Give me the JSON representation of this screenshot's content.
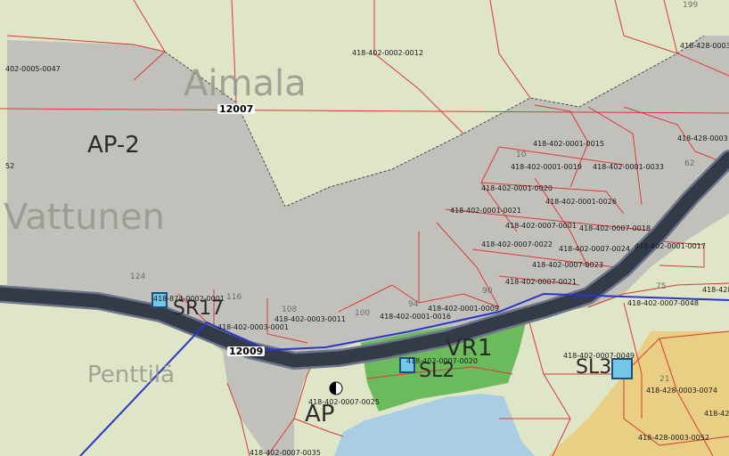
{
  "colors": {
    "field": "#dfe5c7",
    "settlement": "#c2c0bb",
    "green_area": "#6bba5c",
    "lake": "#a9cde2",
    "ochre": "#e9cf83",
    "parcel_line": "#d83a38",
    "road": "#333a48",
    "road_outline": "#6d7689",
    "boundary_blue": "#2a36c8",
    "symbol_fill": "#74c6e6"
  },
  "place_names": {
    "aimala": "Aimala",
    "vattunen": "Vattunen",
    "penttila": "Penttilä"
  },
  "zones": {
    "ap2": "AP-2",
    "ap": "AP",
    "vr1": "VR1",
    "sr17": "SR17",
    "sl2": "SL2",
    "sl3": "SL3"
  },
  "roads": {
    "r12007": "12007",
    "r12009": "12009"
  },
  "parcels": {
    "p0005_0047": "402-0005-0047",
    "p0002_0012": "418-402-0002-0012",
    "p428_0003_top": "418-428-0003",
    "p0001_0015": "418-402-0001-0015",
    "p428_0003_mid": "418-428-0003",
    "p0001_0019": "418-402-0001-0019",
    "p0001_0033": "418-402-0001-0033",
    "p0001_0020": "418-402-0001-0020",
    "p0001_0026": "418-402-0001-0026",
    "p0001_0021": "418-402-0001-0021",
    "p0007_0001": "418-402-0007-0001",
    "p0007_0018": "418-402-0007-0018",
    "p0007_0022": "418-402-0007-0022",
    "p0007_0024": "418-402-0007-0024",
    "p0001_0017": "418-402-0001-0017",
    "p0007_0023": "418-402-0007-0023",
    "p0007_0021": "418-402-0007-0021",
    "p418_428": "418-428",
    "p0007_0048": "418-402-0007-0048",
    "p0001_0009": "418-402-0001-0009",
    "p0001_0016": "418-402-0001-0016",
    "p0003_0011": "418-402-0003-0011",
    "p0003_0001": "418-402-0003-0001",
    "p874_0002_0001": "418-874-0002-0001",
    "p0007_0020": "418-402-0007-0020",
    "p0007_0049": "418-402-0007-0049",
    "p428_0003_0074": "418-428-0003-0074",
    "p418_42": "418-42",
    "p0007_0025": "418-402-0007-0025",
    "p428_0003_0052": "418-428-0003-0052",
    "p0007_0035": "418-402-0007-0035",
    "p52": "52"
  },
  "house_numbers": {
    "h199": "199",
    "h124": "124",
    "h116": "116",
    "h108": "108",
    "h100": "100",
    "h94": "94",
    "h90": "90",
    "h75": "75",
    "h62": "62",
    "h21": "21",
    "h10": "10"
  }
}
